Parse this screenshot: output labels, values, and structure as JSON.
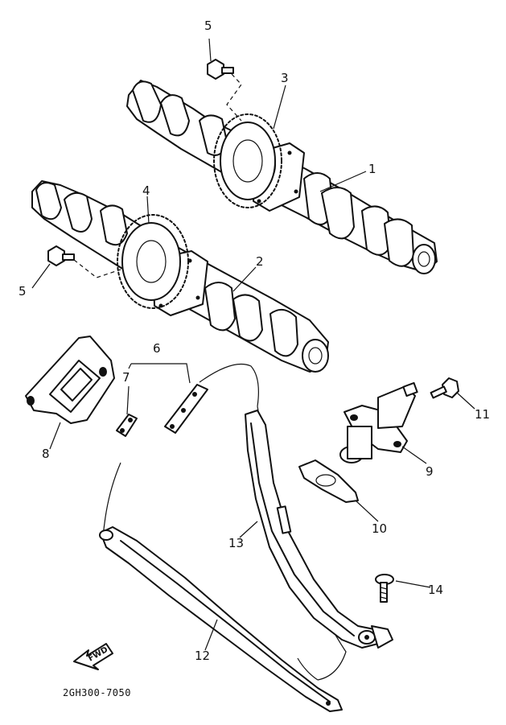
{
  "callouts": [
    {
      "id": "c1",
      "text": "1"
    },
    {
      "id": "c2",
      "text": "2"
    },
    {
      "id": "c3",
      "text": "3"
    },
    {
      "id": "c4",
      "text": "4"
    },
    {
      "id": "c5a",
      "text": "5"
    },
    {
      "id": "c5b",
      "text": "5"
    },
    {
      "id": "c6",
      "text": "6"
    },
    {
      "id": "c7",
      "text": "7"
    },
    {
      "id": "c8",
      "text": "8"
    },
    {
      "id": "c9",
      "text": "9"
    },
    {
      "id": "c10",
      "text": "10"
    },
    {
      "id": "c11",
      "text": "11"
    },
    {
      "id": "c12",
      "text": "12"
    },
    {
      "id": "c13",
      "text": "13"
    },
    {
      "id": "c14",
      "text": "14"
    }
  ],
  "fwd_label": "FWD",
  "drawing_code": "2GH300-7050"
}
